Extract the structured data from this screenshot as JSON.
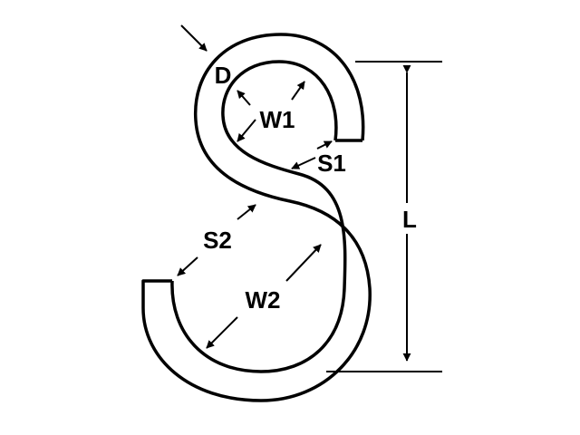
{
  "diagram": {
    "labels": {
      "d": "D",
      "w1": "W1",
      "s1": "S1",
      "l": "L",
      "s2": "S2",
      "w2": "W2"
    },
    "colors": {
      "stroke": "#000000",
      "background": "#ffffff"
    }
  }
}
